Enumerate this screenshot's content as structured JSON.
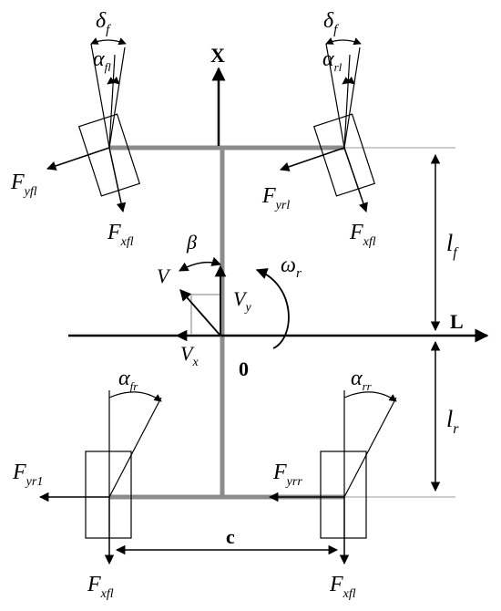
{
  "labels": {
    "x_axis": "X",
    "l_axis": "L",
    "origin": "0",
    "track_width": "c",
    "yaw_rate": "ω",
    "yaw_rate_sub": "r",
    "sideslip": "β",
    "velocity": "V",
    "vx": "V",
    "vx_sub": "x",
    "vy": "V",
    "vy_sub": "y",
    "lf": "l",
    "lf_sub": "f",
    "lr": "l",
    "lr_sub": "r",
    "delta_f_left": "δ",
    "delta_f_left_sub": "f",
    "delta_f_right": "δ",
    "delta_f_right_sub": "f",
    "alpha_fl": "α",
    "alpha_fl_sub": "fl",
    "alpha_rl": "α",
    "alpha_rl_sub": "rl",
    "alpha_fr": "α",
    "alpha_fr_sub": "fr",
    "alpha_rr": "α",
    "alpha_rr_sub": "rr",
    "F_yfl": "F",
    "F_yfl_sub": "yfl",
    "F_xfl_front_left": "F",
    "F_xfl_front_left_sub": "xfl",
    "F_yrl": "F",
    "F_yrl_sub": "yrl",
    "F_xfl_front_right": "F",
    "F_xfl_front_right_sub": "xfl",
    "F_yr1": "F",
    "F_yr1_sub": "yr1",
    "F_yrr": "F",
    "F_yrr_sub": "yrr",
    "F_xfl_rear_left": "F",
    "F_xfl_rear_left_sub": "xfl",
    "F_xfl_rear_right": "F",
    "F_xfl_rear_right_sub": "xfl"
  },
  "colors": {
    "chassis": "#8c8c8c",
    "ink": "#000000",
    "guide": "#9a9a9a"
  }
}
